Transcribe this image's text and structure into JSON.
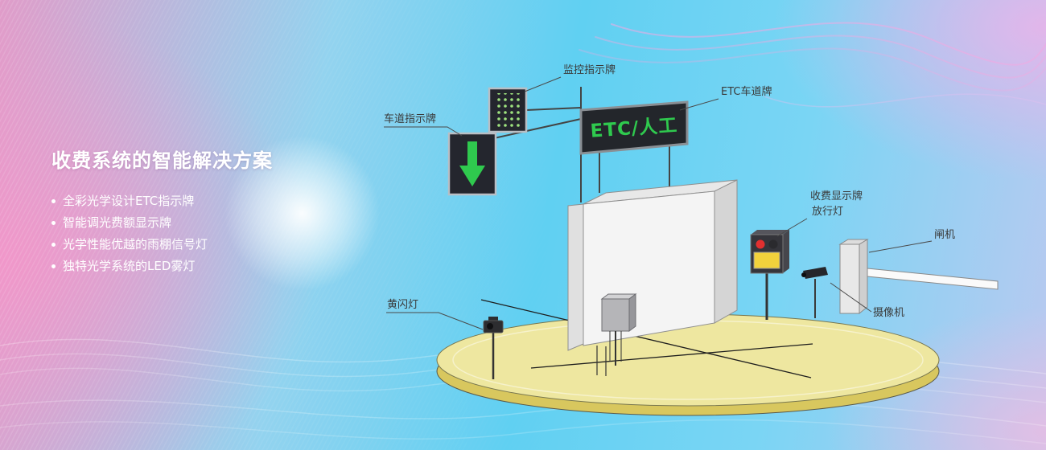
{
  "hero": {
    "title": "收费系统的智能解决方案",
    "features": [
      "全彩光学设计ETC指示牌",
      "智能调光费额显示牌",
      "光学性能优越的雨棚信号灯",
      "独特光学系统的LED雾灯"
    ]
  },
  "diagram": {
    "labels": {
      "monitor_sign": "监控指示牌",
      "lane_sign": "车道指示牌",
      "etc_lane_sign": "ETC车道牌",
      "fee_display": "收费显示牌",
      "release_light": "放行灯",
      "gate": "闸机",
      "camera": "摄像机",
      "yellow_flash": "黄闪灯"
    },
    "etc_sign_text": "ETC/人工"
  },
  "colors": {
    "background_pink": "#ef9fcb",
    "background_cyan": "#5ed0f2",
    "title_white": "#ffffff",
    "etc_sign_green": "#2fc94e",
    "island_yellow": "#efe79b",
    "release_light_red": "#e23030",
    "fee_panel_yellow": "#f2d23c"
  }
}
